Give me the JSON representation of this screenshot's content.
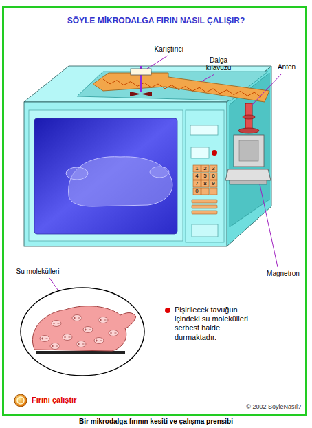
{
  "diagram": {
    "title": "SÖYLE MİKRODALGA FIRIN NASIL ÇALIŞIR?",
    "caption": "Bir mikrodalga fırının kesiti ve çalışma prensibi",
    "labels": [
      "Karıştırıcı",
      "Dalga kılavuzu",
      "Anten",
      "1",
      "2",
      "3",
      "4",
      "5",
      "6",
      "7",
      "8",
      "9",
      "0",
      "Magnetron",
      "Su molekülleri",
      "Pişirilecek tavuğun içindeki su molekülleri serbest halde durmaktadır.",
      "Fırını çalıştır",
      "© 2002 SöyleNasıl?"
    ]
  }
}
